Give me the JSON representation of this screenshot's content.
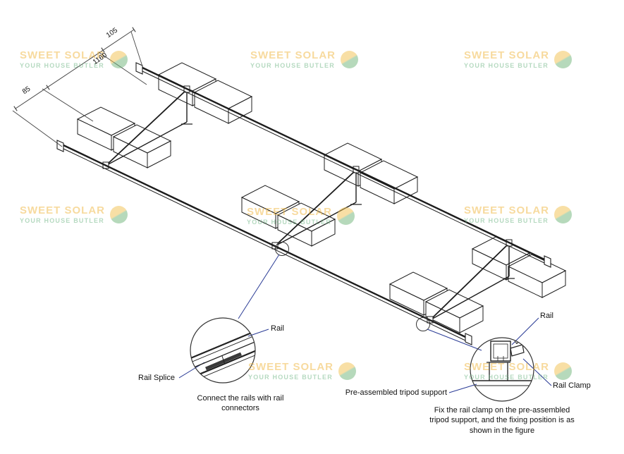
{
  "diagram": {
    "dimensions": {
      "d85": "85",
      "d1160": "1160",
      "d105": "105"
    },
    "callout_left": {
      "rail_label": "Rail",
      "splice_label": "Rail Splice",
      "caption": "Connect the rails with rail connectors"
    },
    "callout_right": {
      "rail_label": "Rail",
      "clamp_label": "Rail Clamp",
      "tripod_label": "Pre-assembled tripod support",
      "caption": "Fix the rail clamp on the pre-assembled tripod support, and the fixing position is as shown in the figure"
    }
  },
  "watermark": {
    "line1": "SWEET SOLAR",
    "line2": "YOUR HOUSE BUTLER"
  },
  "colors": {
    "drawing_line": "#1c1c1c",
    "leader": "#2b3c96",
    "watermark_orange": "#f0b63f",
    "watermark_green": "#6db583"
  }
}
